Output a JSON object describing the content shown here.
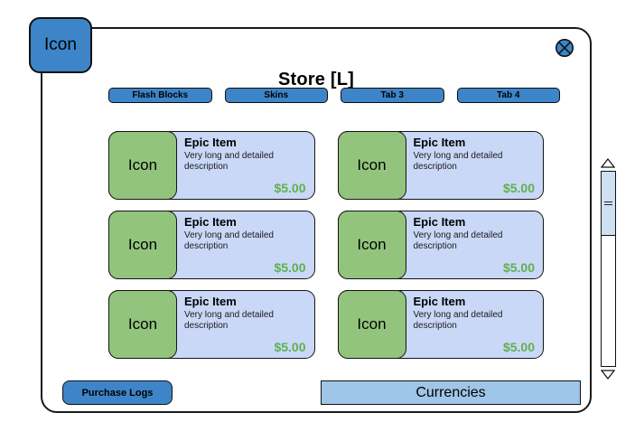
{
  "window": {
    "title": "Store [L]",
    "corner_icon_label": "Icon",
    "close_icon": "close-circle-x-icon"
  },
  "tabs": [
    {
      "label": "Flash Blocks",
      "selected": true
    },
    {
      "label": "Skins",
      "selected": false
    },
    {
      "label": "Tab 3",
      "selected": false
    },
    {
      "label": "Tab 4",
      "selected": false
    }
  ],
  "items": {
    "left_column": [
      {
        "icon_label": "Icon",
        "title": "Epic Item",
        "description": "Very long and detailed description",
        "price": "$5.00"
      },
      {
        "icon_label": "Icon",
        "title": "Epic Item",
        "description": "Very long and detailed description",
        "price": "$5.00"
      },
      {
        "icon_label": "Icon",
        "title": "Epic Item",
        "description": "Very long and detailed description",
        "price": "$5.00"
      }
    ],
    "right_column": [
      {
        "icon_label": "Icon",
        "title": "Epic Item",
        "description": "Very long and detailed description",
        "price": "$5.00"
      },
      {
        "icon_label": "Icon",
        "title": "Epic Item",
        "description": "Very long and detailed description",
        "price": "$5.00"
      },
      {
        "icon_label": "Icon",
        "title": "Epic Item",
        "description": "Very long and detailed description",
        "price": "$5.00"
      }
    ]
  },
  "scrollbar": {
    "up_icon": "triangle-up-icon",
    "down_icon": "triangle-down-icon",
    "thumb_grip_icon": "grip-lines-icon"
  },
  "footer": {
    "purchase_logs_label": "Purchase Logs",
    "currencies_label": "Currencies"
  },
  "colors": {
    "accent_blue": "#3d85c8",
    "item_panel": "#c9d8f7",
    "item_icon_green": "#93c47d",
    "price_green": "#5fb14b",
    "currencies_blue": "#9fc5e8",
    "scroll_thumb": "#cfe0f3",
    "border": "#111111"
  }
}
